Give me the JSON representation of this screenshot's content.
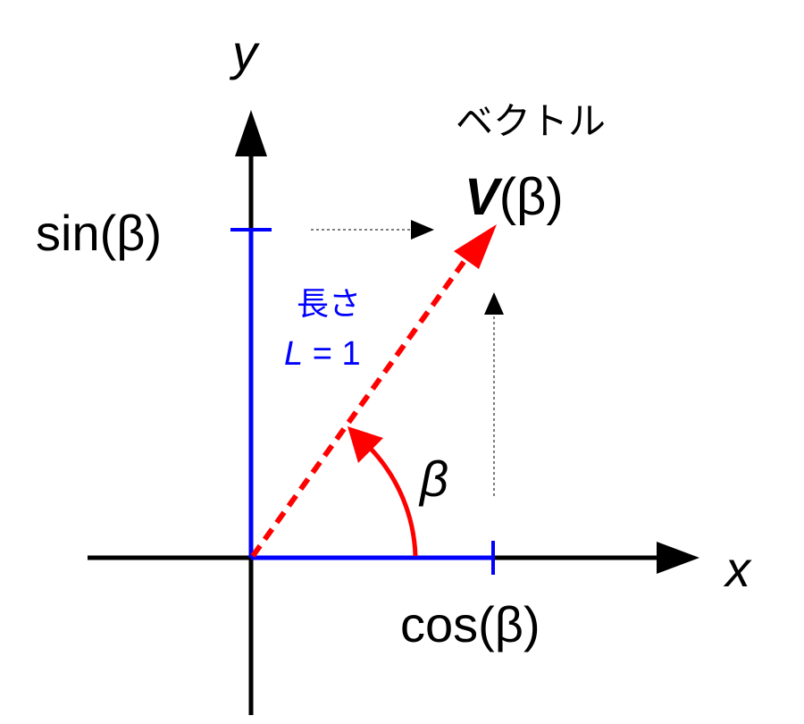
{
  "axes": {
    "x_label": "x",
    "y_label": "y"
  },
  "vector": {
    "caption": "ベクトル",
    "name": "V",
    "argument": "(β)"
  },
  "length_note": {
    "caption": "長さ",
    "var": "L",
    "rest": " = 1"
  },
  "angle_label": "β",
  "ticks": {
    "sin_label": "sin(β)",
    "cos_label": "cos(β)"
  },
  "colors": {
    "axis": "#000000",
    "component": "#0000ff",
    "vector": "#ff0000",
    "guide": "#555555",
    "note": "#0000ff"
  }
}
